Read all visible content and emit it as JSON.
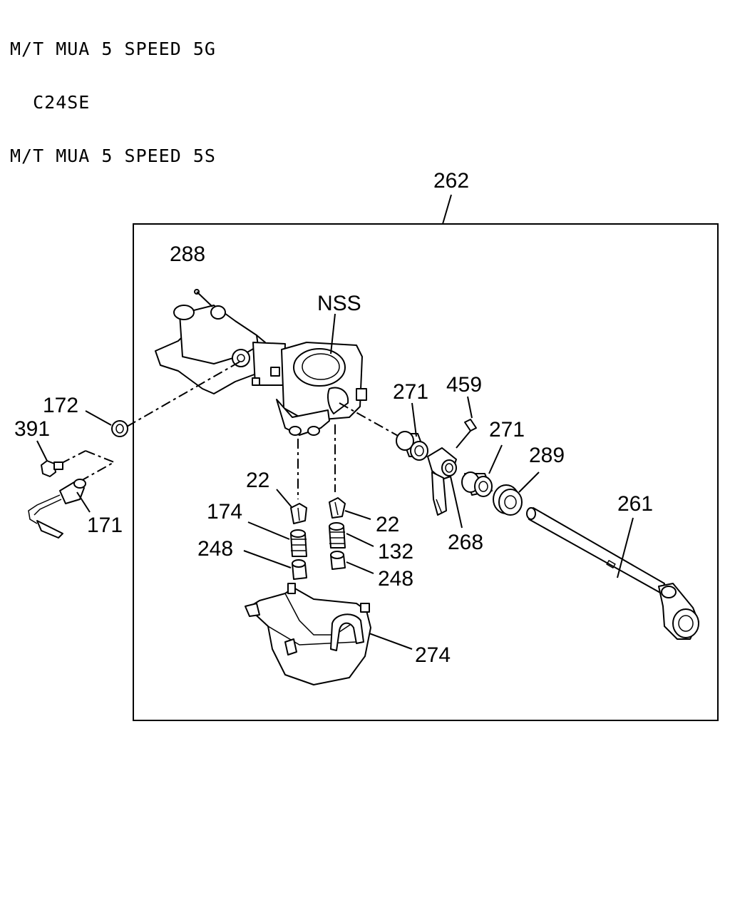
{
  "header": {
    "line1": "M/T MUA 5 SPEED 5G",
    "line2": "  C24SE",
    "line3": "M/T MUA 5 SPEED 5S"
  },
  "labels": {
    "assembly": "262",
    "p288": "288",
    "nss": "NSS",
    "p172": "172",
    "p391": "391",
    "p171": "171",
    "p271a": "271",
    "p459": "459",
    "p271b": "271",
    "p289": "289",
    "p261": "261",
    "p22a": "22",
    "p174": "174",
    "p248a": "248",
    "p22b": "22",
    "p132": "132",
    "p248b": "248",
    "p268": "268",
    "p274": "274"
  }
}
